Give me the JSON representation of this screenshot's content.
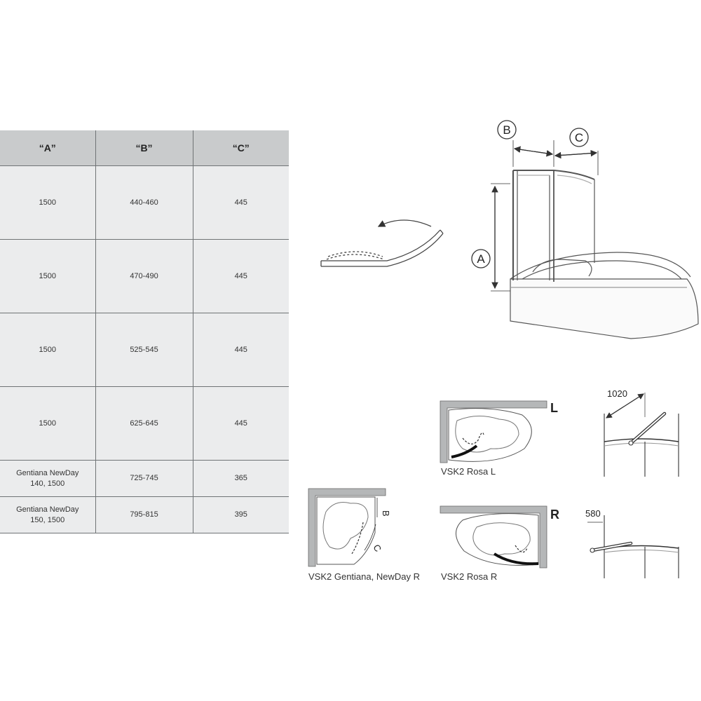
{
  "table": {
    "headers": [
      "“A”",
      "“B”",
      "“C”"
    ],
    "rows": [
      {
        "a": "1500",
        "b": "440-460",
        "c": "445"
      },
      {
        "a": "1500",
        "b": "470-490",
        "c": "445"
      },
      {
        "a": "1500",
        "b": "525-545",
        "c": "445"
      },
      {
        "a": "1500",
        "b": "625-645",
        "c": "445"
      },
      {
        "a": "Gentiana NewDay 140, 1500",
        "b": "725-745",
        "c": "365"
      },
      {
        "a": "Gentiana NewDay 150, 1500",
        "b": "795-815",
        "c": "395"
      }
    ]
  },
  "drawing": {
    "label_a": "A",
    "label_b": "B",
    "label_c": "C"
  },
  "plans": {
    "rosa_l_caption": "VSK2 Rosa L",
    "rosa_l_side": "L",
    "rosa_r_caption": "VSK2 Rosa R",
    "rosa_r_side": "R",
    "gentiana_caption": "VSK2 Gentiana, NewDay R",
    "gentiana_b": "B",
    "gentiana_c": "C"
  },
  "details": {
    "dim_1020": "1020",
    "dim_580": "580"
  },
  "colors": {
    "header_bg": "#c9cbcc",
    "cell_bg": "#ebeced",
    "line": "#6f7375"
  }
}
